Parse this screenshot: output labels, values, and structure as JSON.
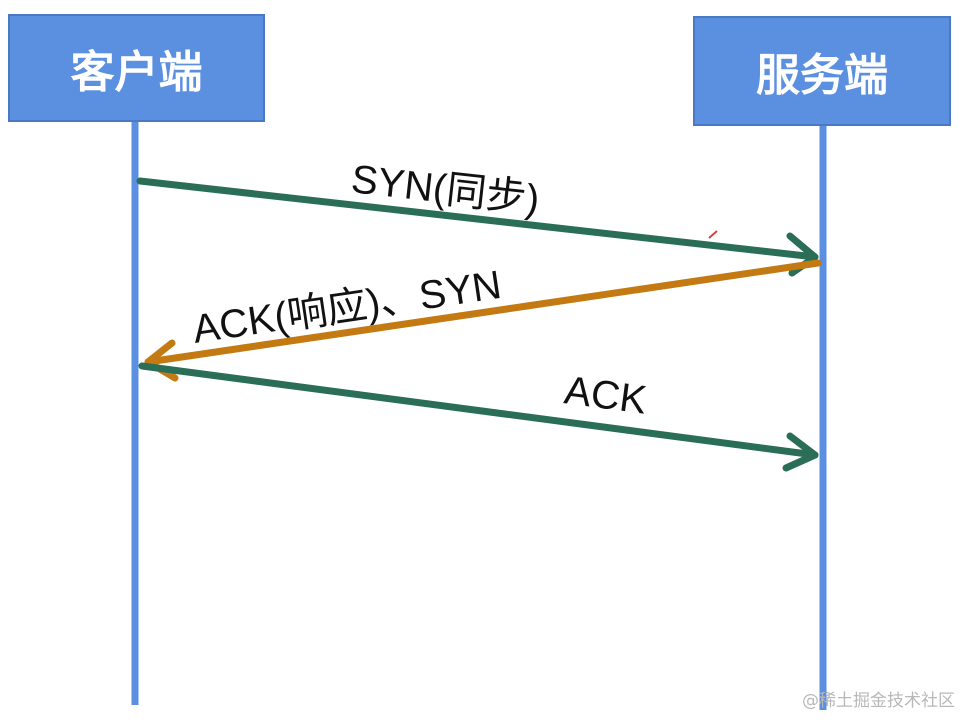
{
  "actors": {
    "client": "客户端",
    "server": "服务端"
  },
  "messages": [
    {
      "from": "client",
      "to": "server",
      "label": "SYN(同步)",
      "color": "#2a6e58"
    },
    {
      "from": "server",
      "to": "client",
      "label": "ACK(响应)、SYN",
      "color": "#c47a12"
    },
    {
      "from": "client",
      "to": "server",
      "label": "ACK",
      "color": "#2a6e58"
    }
  ],
  "colors": {
    "box_fill": "#5b8fe0",
    "lifeline": "#5b8fe0"
  },
  "watermark": "@稀土掘金技术社区"
}
